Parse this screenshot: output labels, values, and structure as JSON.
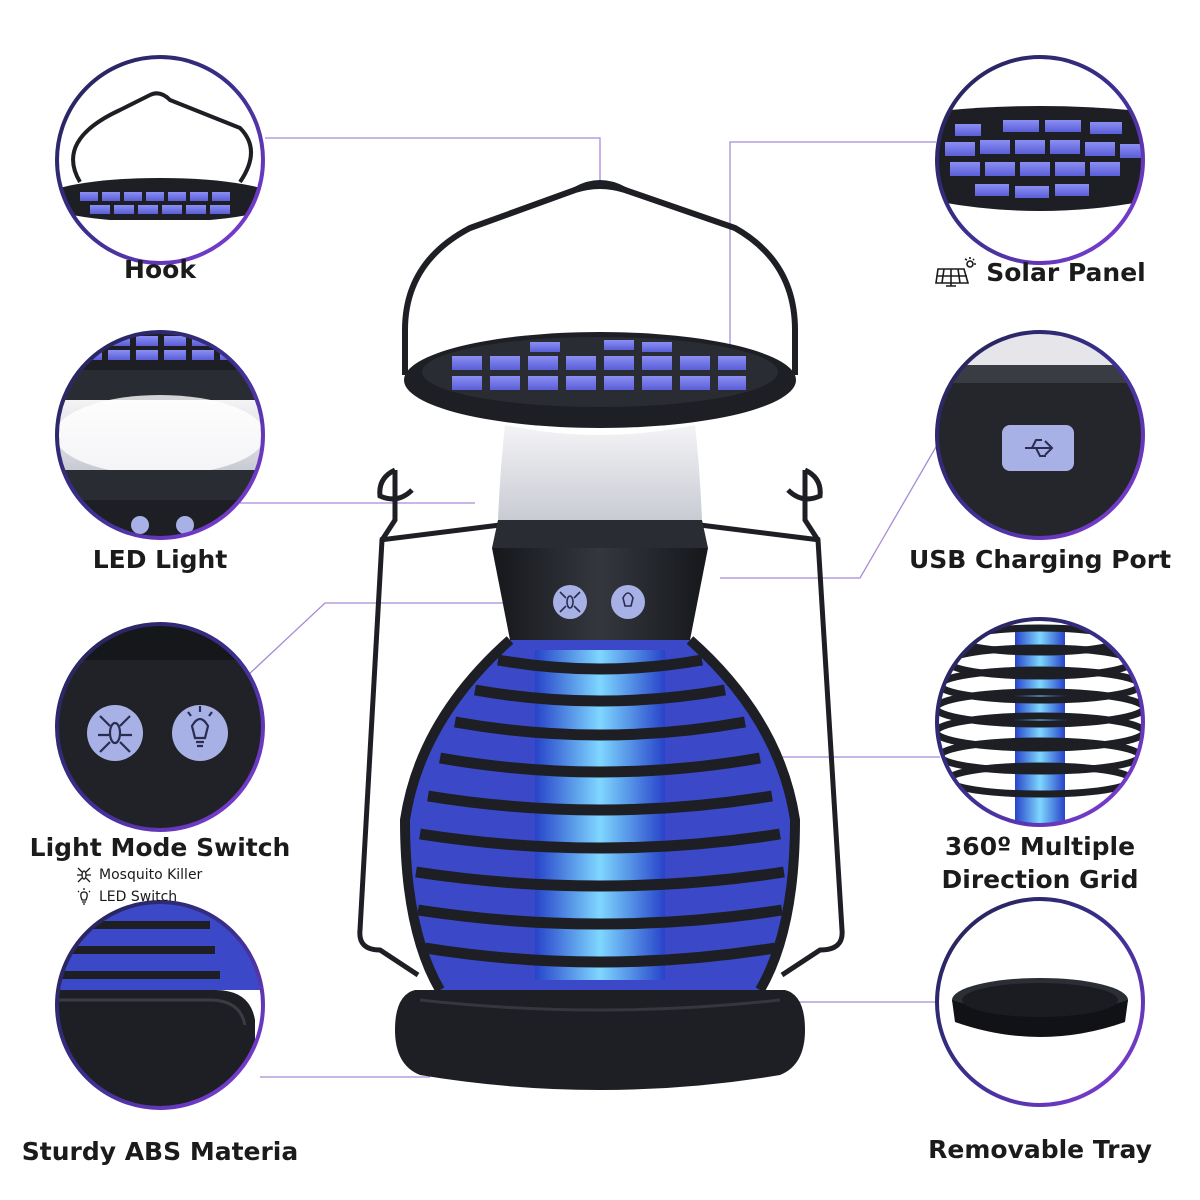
{
  "colors": {
    "ring_outer": "#2a2a6e",
    "ring_inner": "#7d3cc9",
    "connector": "#a78bd6",
    "body_black": "#1d1f24",
    "solar_blue": "#6b6fe6",
    "uv_blue": "#3d6cff",
    "button_lilac": "#a7b1e6"
  },
  "features": {
    "hook": {
      "label": "Hook",
      "icon": "hook-icon"
    },
    "solar_panel": {
      "label": "Solar Panel",
      "icon": "solar-panel-icon"
    },
    "led_light": {
      "label": "LED Light",
      "icon": "led-light-icon"
    },
    "usb_port": {
      "label": "USB Charging Port",
      "icon": "usb-icon"
    },
    "light_mode_switch": {
      "label": "Light Mode Switch",
      "legend": [
        {
          "icon": "mosquito-icon",
          "text": "Mosquito Killer"
        },
        {
          "icon": "bulb-icon",
          "text": "LED Switch"
        }
      ]
    },
    "grid": {
      "label_line1": "360º Multiple",
      "label_line2": "Direction Grid"
    },
    "abs_material": {
      "label": "Sturdy ABS Materia"
    },
    "removable_tray": {
      "label": "Removable Tray"
    }
  }
}
